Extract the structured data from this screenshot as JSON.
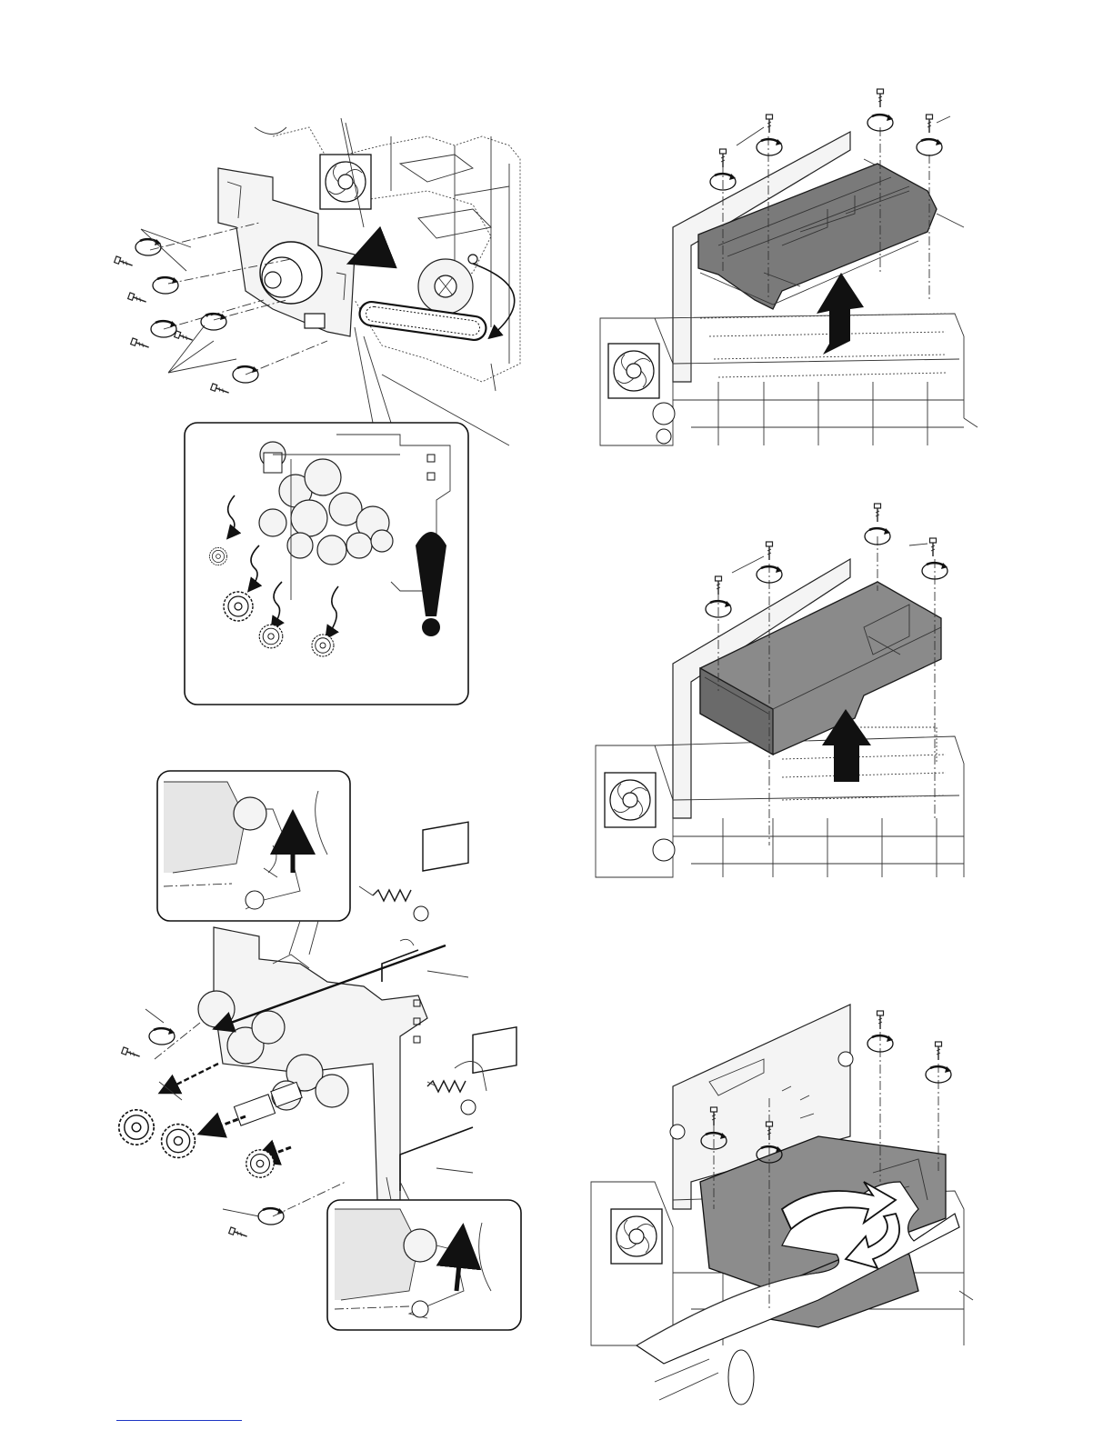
{
  "page": {
    "footer_rule_color": "#1d35c4"
  },
  "figures": [
    {
      "id": "drive-unit",
      "icon": "drive-frame-motor-gears"
    },
    {
      "id": "gear-detail",
      "icon": "caution-exclamation-icon"
    },
    {
      "id": "solenoid-unit",
      "icon": "solenoid-spring-gears"
    },
    {
      "id": "top-cover",
      "icon": "cover-lift-arrow"
    },
    {
      "id": "box-unit",
      "icon": "box-lift-arrow"
    },
    {
      "id": "tray-rotate",
      "icon": "rotate-arrows"
    }
  ]
}
